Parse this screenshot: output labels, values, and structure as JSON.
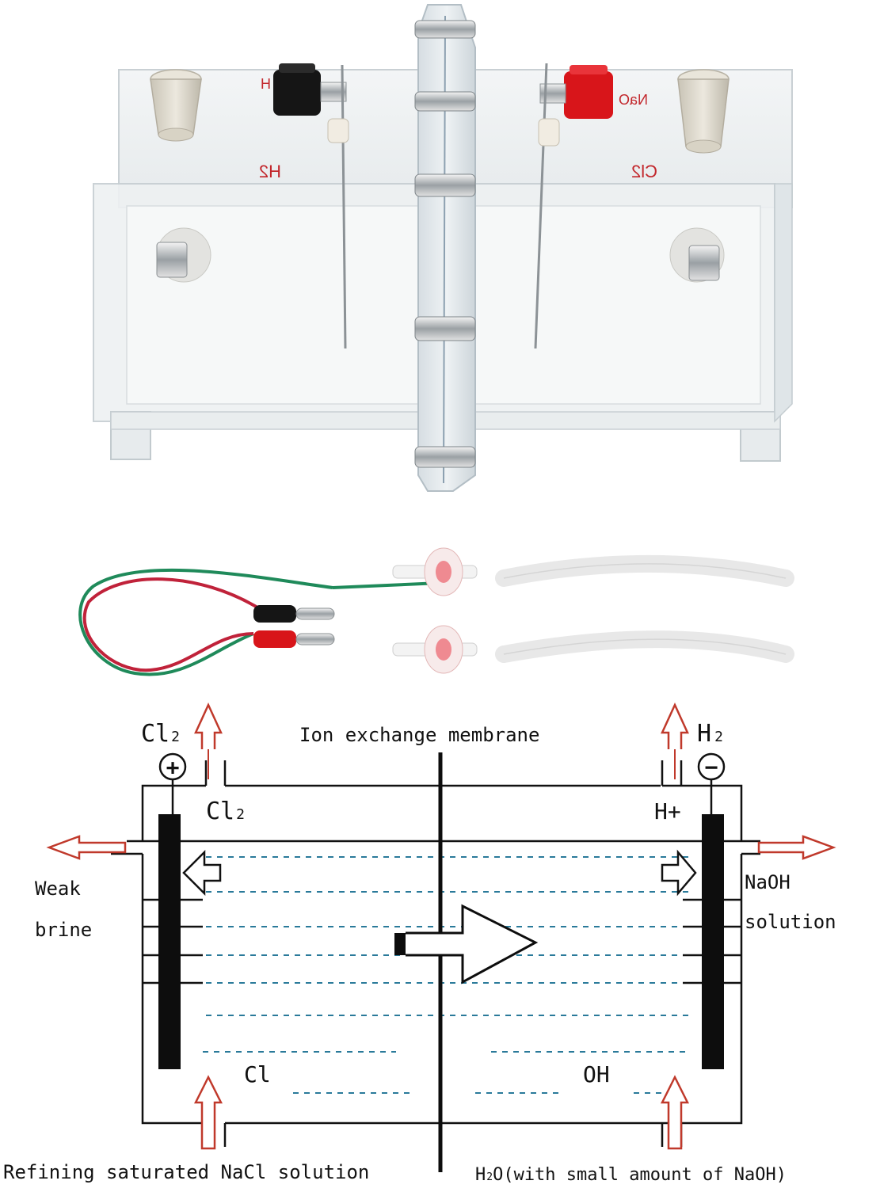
{
  "apparatus": {
    "left_label_mirrored": "H2",
    "right_label_mirrored": "Cl2",
    "left_terminal_label": "H",
    "right_terminal_label": "NaO"
  },
  "diagram": {
    "top_left_gas": {
      "base": "Cl",
      "sub": "2"
    },
    "top_right_gas": {
      "base": "H",
      "sub": "2"
    },
    "anode_symbol": "+",
    "cathode_symbol": "−",
    "membrane_label": "Ion exchange membrane",
    "left_chamber_gas": {
      "base": "Cl",
      "sub": "2"
    },
    "right_chamber_ion": "H+",
    "left_outlet": {
      "line1": "Weak",
      "line2": "brine"
    },
    "right_outlet": {
      "line1": "NaOH",
      "line2": "solution"
    },
    "left_ion": "Cl",
    "right_ion": "OH",
    "bottom_left_inlet": "Refining saturated NaCl solution",
    "bottom_right_inlet": {
      "pre": "H",
      "sub": "2",
      "post": "O(with small amount of NaOH)"
    }
  },
  "colors": {
    "arrow_red": "#c0392b",
    "dashed_blue": "#2a7a9a",
    "terminal_red": "#d8151a",
    "terminal_black": "#151515",
    "wire_green": "#1f8a5a"
  }
}
